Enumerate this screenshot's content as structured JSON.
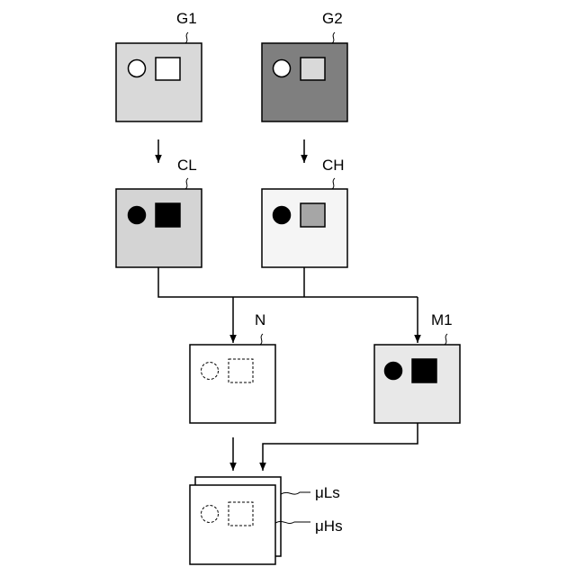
{
  "labels": {
    "g1": "G1",
    "g2": "G2",
    "cl": "CL",
    "ch": "CH",
    "n": "N",
    "m1": "M1",
    "uls": "μLs",
    "uhs": "μHs"
  },
  "colors": {
    "stroke": "#000000",
    "g1_background": "#d9d9d9",
    "g1_circle": "#ffffff",
    "g1_square": "#ffffff",
    "g2_background": "#7f7f7f",
    "g2_circle": "#ffffff",
    "g2_square": "#d9d9d9",
    "cl_background": "#d4d4d4",
    "cl_circle": "#000000",
    "cl_square": "#000000",
    "ch_background": "#f5f5f5",
    "ch_circle": "#000000",
    "ch_square": "#a6a6a6",
    "n_background": "#ffffff",
    "m1_background": "#e8e8e8",
    "m1_circle": "#000000",
    "m1_square": "#000000",
    "stack_background": "#ffffff"
  }
}
